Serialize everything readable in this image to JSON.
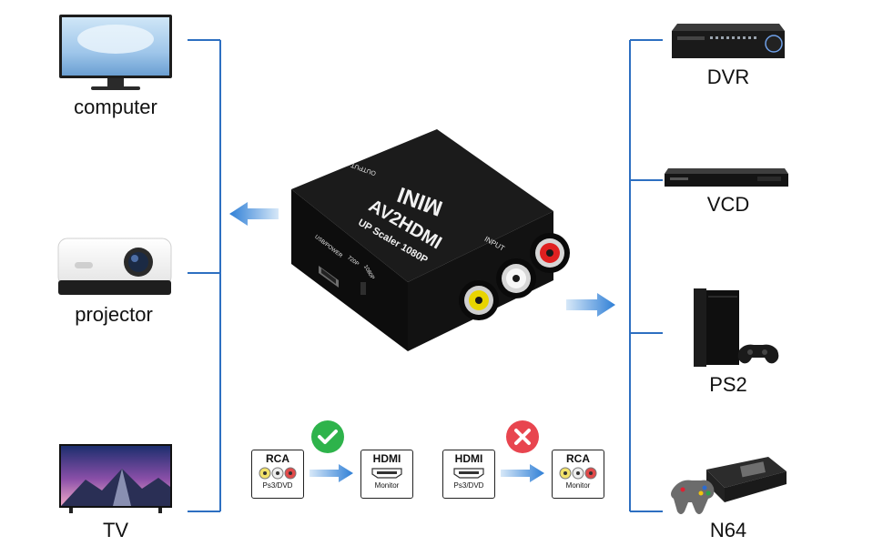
{
  "sources": [
    {
      "label": "computer",
      "icon": "monitor-icon"
    },
    {
      "label": "projector",
      "icon": "projector-icon"
    },
    {
      "label": "TV",
      "icon": "tv-icon"
    }
  ],
  "targets": [
    {
      "label": "DVR",
      "icon": "dvr-icon"
    },
    {
      "label": "VCD",
      "icon": "dvd-player-icon"
    },
    {
      "label": "PS2",
      "icon": "console-icon"
    },
    {
      "label": "N64",
      "icon": "n64-console-icon"
    }
  ],
  "device": {
    "top_text": "MINI",
    "model": "AV2HDMI",
    "subtitle": "UP Scaler 1080P",
    "output_label": "OUTPUT",
    "input_label": "INPUT",
    "usb_label": "USB/POWER",
    "switch_720": "720P",
    "switch_1080": "1080P"
  },
  "compat": {
    "ok": {
      "from_title": "RCA",
      "from_sub": "Ps3/DVD",
      "to_title": "HDMI",
      "to_sub": "Monitor",
      "status_icon": "checkmark-icon"
    },
    "bad": {
      "from_title": "HDMI",
      "from_sub": "Ps3/DVD",
      "to_title": "RCA",
      "to_sub": "Monitor",
      "status_icon": "cross-icon"
    }
  },
  "colors": {
    "bracket": "#2d6fc1",
    "arrow": "#3a86d8",
    "ok": "#2eb34b",
    "bad": "#e8454f",
    "device": "#141414"
  }
}
